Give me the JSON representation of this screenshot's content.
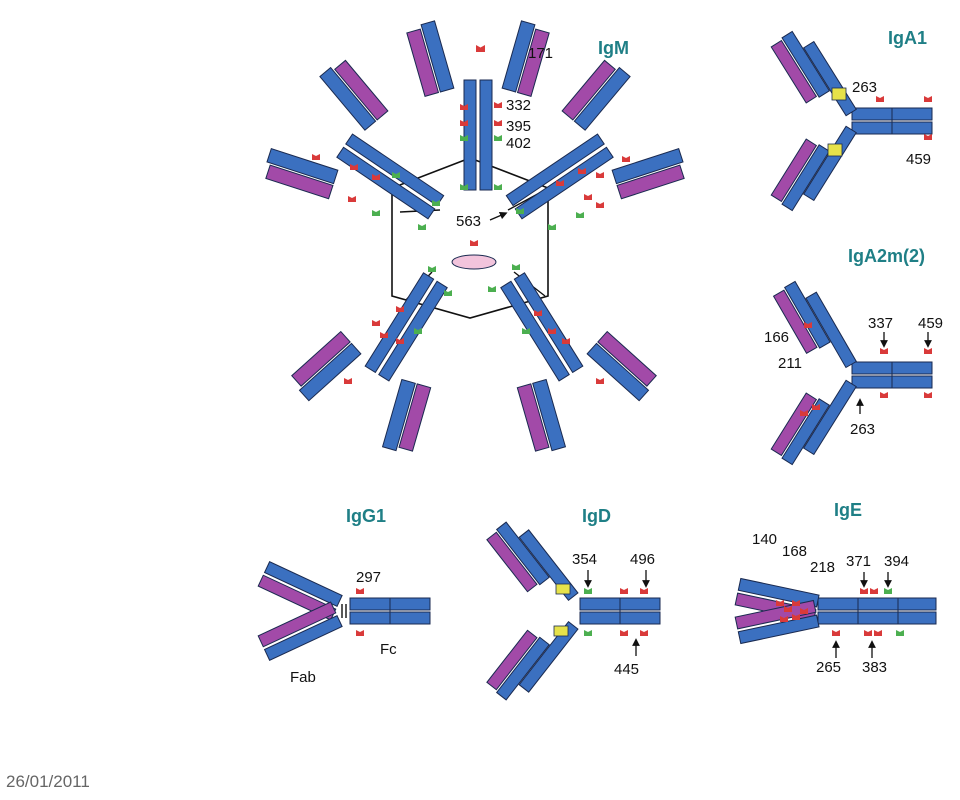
{
  "colors": {
    "heavy_chain": "#3b70c0",
    "light_chain": "#a24aa8",
    "hinge": "#e6e24a",
    "n_glycan": "#d93a3a",
    "o_glycan": "#4caf50",
    "j_chain": "#f2c4dc",
    "outline": "#1a2a50"
  },
  "diagram": {
    "igm": {
      "title": "IgM",
      "site_171": "171",
      "site_332": "332",
      "site_395": "395",
      "site_402": "402",
      "site_563": "563"
    },
    "iga1": {
      "title": "IgA1",
      "site_263": "263",
      "site_459": "459"
    },
    "iga2": {
      "title": "IgA2m(2)",
      "site_166": "166",
      "site_211": "211",
      "site_337": "337",
      "site_459": "459",
      "site_263": "263"
    },
    "igg1": {
      "title": "IgG1",
      "site_297": "297",
      "fab_label": "Fab",
      "fc_label": "Fc"
    },
    "igd": {
      "title": "IgD",
      "site_354": "354",
      "site_496": "496",
      "site_445": "445"
    },
    "ige": {
      "title": "IgE",
      "site_140": "140",
      "site_168": "168",
      "site_218": "218",
      "site_371": "371",
      "site_394": "394",
      "site_265": "265",
      "site_383": "383"
    }
  },
  "footer": {
    "date": "26/01/2011"
  }
}
